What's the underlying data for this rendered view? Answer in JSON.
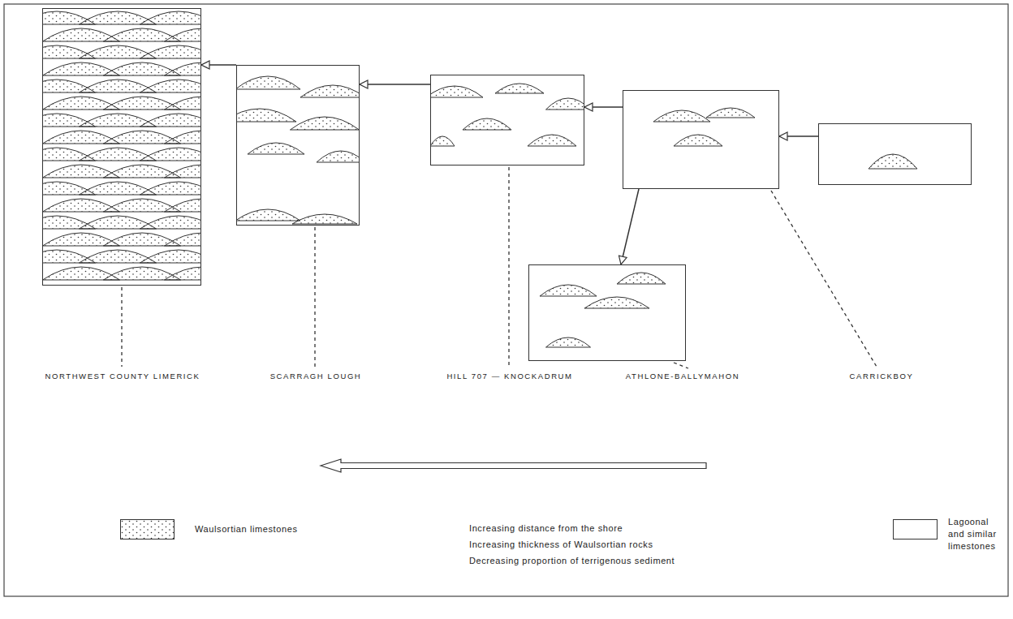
{
  "diagram": {
    "nodes": [
      {
        "text": [
          "NORTHWEST COUNTY LIMERICK"
        ]
      },
      {
        "text": [
          "SCARRAGH LOUGH"
        ]
      },
      {
        "text": [
          "HILL 707 — KNOCKADRUM"
        ]
      },
      {
        "text": [
          "CARRICKBOY"
        ]
      },
      {
        "text": []
      },
      {
        "text": [
          "ATHLONE-BALLYMAHON"
        ]
      }
    ],
    "edges": [
      {
        "from": 1,
        "to": 0,
        "arrow": "to"
      },
      {
        "from": 2,
        "to": 1,
        "arrow": "to"
      },
      {
        "from": 3,
        "to": 2,
        "arrow": "to"
      },
      {
        "from": 4,
        "to": 3,
        "arrow": "to"
      },
      {
        "from": 3,
        "to": 5,
        "arrow": "to"
      }
    ],
    "labels": [
      "Increasing distance from the shore",
      "Increasing thickness of Waulsortian rocks",
      "Decreasing proportion of terrigenous sediment"
    ],
    "legend": [
      {
        "text": "Waulsortian limestones"
      },
      {
        "text": "Lagoonal and similar limestones",
        "color": "#ffffff"
      }
    ]
  }
}
